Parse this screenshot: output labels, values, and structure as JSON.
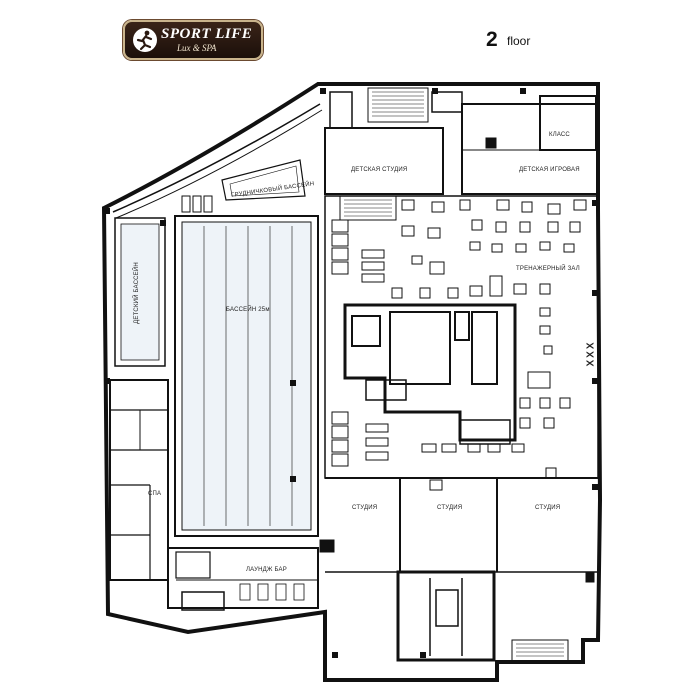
{
  "brand": {
    "name": "SPORT LIFE",
    "tagline": "Lux & SPA"
  },
  "floor": {
    "number": "2",
    "label": "floor"
  },
  "rooms": {
    "class": "КЛАСС",
    "kids_studio": "ДЕТСКАЯ СТУДИЯ",
    "kids_playroom": "ДЕТСКАЯ ИГРОВАЯ",
    "hydro_pool": "ГРУДНИЧКОВЫЙ БАССЕЙН",
    "gym": "ТРЕНАЖЕРНЫЙ ЗАЛ",
    "kids_pool": "ДЕТСКИЙ БАССЕЙН",
    "main_pool": "БАССЕЙН 25м",
    "spa": "СПА",
    "studio_1": "СТУДИЯ",
    "studio_2": "СТУДИЯ",
    "studio_3": "СТУДИЯ",
    "lounge_bar": "ЛАУНДЖ БАР"
  },
  "marks": {
    "gym_xxx": "XXX"
  },
  "colors": {
    "wall": "#111111",
    "pool_fill": "#eef3f8",
    "logo_bg": "#2a1810",
    "logo_border": "#c9b48c"
  },
  "icons": {
    "logo": "runner-icon"
  }
}
